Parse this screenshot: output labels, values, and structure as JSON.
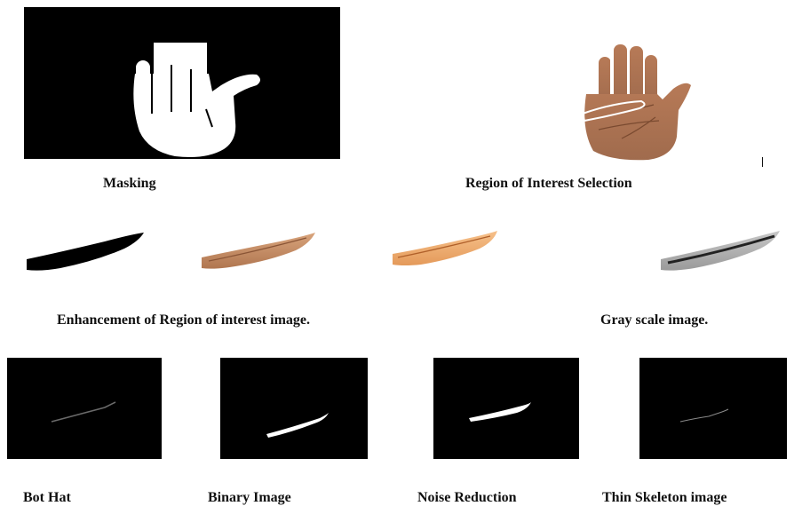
{
  "row1": {
    "masking_label": "Masking",
    "roi_label": "Region of Interest Selection"
  },
  "row2": {
    "enhancement_label": "Enhancement of Region of interest image.",
    "gray_label": "Gray scale image."
  },
  "row3": {
    "labels": [
      "Bot Hat",
      "Binary Image",
      "Noise Reduction",
      "Thin Skeleton image"
    ]
  },
  "colors": {
    "panel_black": "#000000",
    "skin": "#c9946b",
    "skin_light": "#f0b27a",
    "gray_shade": "#8a8a8a"
  },
  "icons": {
    "mask_panel": "white-hand-silhouette",
    "roi_panel": "palm-photo",
    "strip": "palm-line-strip"
  }
}
